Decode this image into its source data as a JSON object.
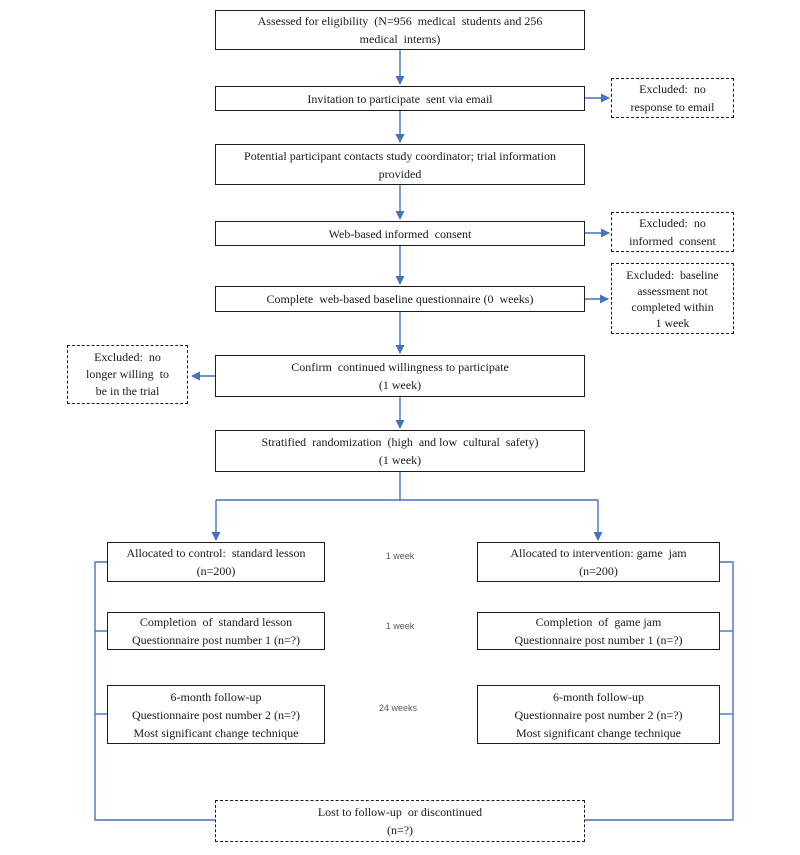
{
  "colors": {
    "arrow": "#4472C4",
    "box_border": "#1c1c1c",
    "timeline_label": "#595959",
    "background": "#ffffff"
  },
  "boxes": {
    "assessed": {
      "lines": [
        "Assessed for eligibility  (N=956  medical  students and 256",
        "medical  interns)"
      ]
    },
    "invitation": {
      "lines": [
        "Invitation to participate  sent via email"
      ]
    },
    "coordinator": {
      "lines": [
        "Potential participant contacts study coordinator; trial information",
        "provided"
      ]
    },
    "consent": {
      "lines": [
        "Web-based informed  consent"
      ]
    },
    "baseline": {
      "lines": [
        "Complete  web-based baseline questionnaire (0  weeks)"
      ]
    },
    "confirm": {
      "lines": [
        "Confirm  continued willingness to participate",
        "(1 week)"
      ]
    },
    "stratified": {
      "lines": [
        "Stratified  randomization  (high  and low  cultural  safety)",
        "(1 week)"
      ]
    },
    "excluded_email": {
      "lines": [
        "Excluded:  no",
        "response to email"
      ]
    },
    "excluded_consent": {
      "lines": [
        "Excluded:  no",
        "informed  consent"
      ]
    },
    "excluded_baseline": {
      "lines": [
        "Excluded:  baseline",
        "assessment not",
        "completed within",
        "1 week"
      ]
    },
    "excluded_willing": {
      "lines": [
        "Excluded:  no",
        "longer willing  to",
        "be in the trial"
      ]
    },
    "alloc_control": {
      "lines": [
        "Allocated to control:  standard lesson",
        "(n=200)"
      ]
    },
    "alloc_intervention": {
      "lines": [
        "Allocated to intervention: game  jam",
        "(n=200)"
      ]
    },
    "completion_control": {
      "lines": [
        "Completion  of  standard lesson",
        "Questionnaire post number 1 (n=?)"
      ]
    },
    "completion_intervention": {
      "lines": [
        "Completion  of  game jam",
        "Questionnaire post number 1 (n=?)"
      ]
    },
    "followup_control": {
      "lines": [
        "6-month follow-up",
        "Questionnaire post number 2 (n=?)",
        "Most significant change technique"
      ]
    },
    "followup_intervention": {
      "lines": [
        "6-month follow-up",
        "Questionnaire post number 2 (n=?)",
        "Most significant change technique"
      ]
    },
    "lost": {
      "lines": [
        "Lost to follow-up  or discontinued",
        "(n=?)"
      ]
    }
  },
  "timeline": {
    "week1a": "1 week",
    "week1b": "1 week",
    "weeks24": "24 weeks"
  }
}
